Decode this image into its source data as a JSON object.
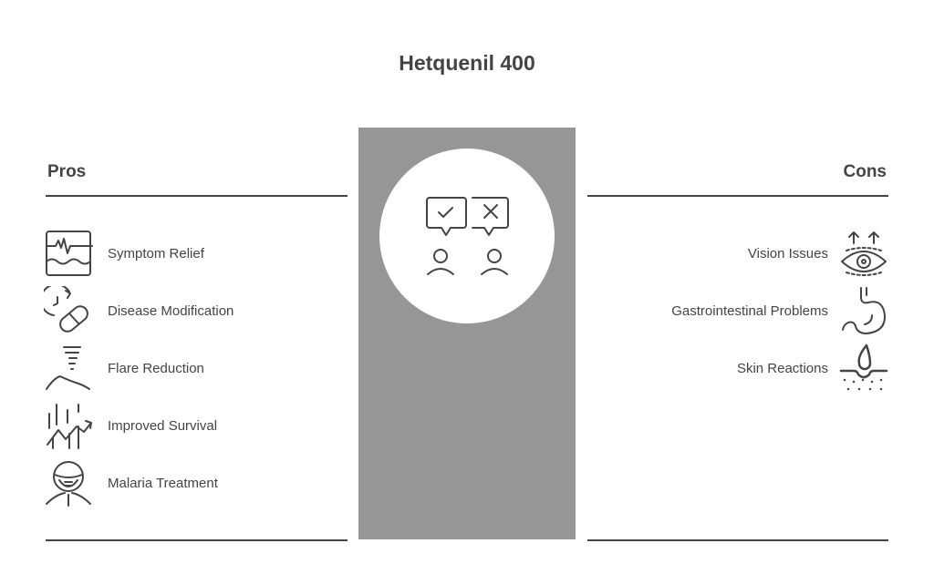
{
  "title": "Hetquenil 400",
  "pros": {
    "heading": "Pros",
    "items": [
      {
        "label": "Symptom Relief",
        "icon": "monitor-wave-icon"
      },
      {
        "label": "Disease Modification",
        "icon": "clock-pill-icon"
      },
      {
        "label": "Flare Reduction",
        "icon": "funnel-mountain-icon"
      },
      {
        "label": "Improved Survival",
        "icon": "growth-chart-icon"
      },
      {
        "label": "Malaria Treatment",
        "icon": "masked-person-icon"
      }
    ]
  },
  "cons": {
    "heading": "Cons",
    "items": [
      {
        "label": "Vision Issues",
        "icon": "eye-arrows-icon"
      },
      {
        "label": "Gastrointestinal Problems",
        "icon": "stomach-icon"
      },
      {
        "label": "Skin Reactions",
        "icon": "skin-drop-icon"
      }
    ]
  },
  "center_icon": "debate-people-icon"
}
